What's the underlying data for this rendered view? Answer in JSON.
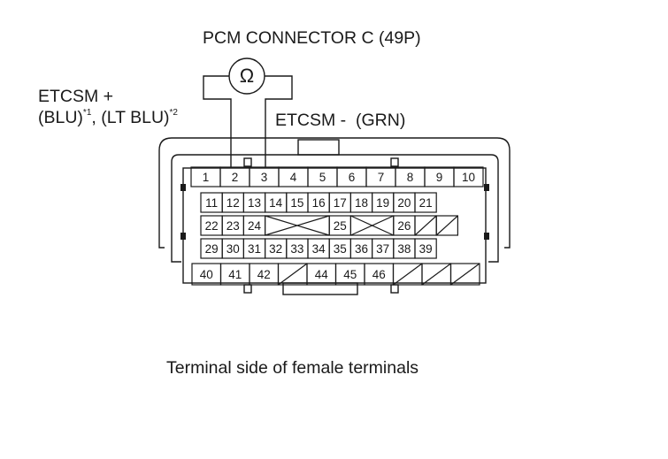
{
  "diagram": {
    "title": "PCM CONNECTOR C (49P)",
    "meter_symbol": "Ω",
    "etcsm_plus": {
      "name": "ETCSM +",
      "color_primary": "(BLU)",
      "note1": "*1",
      "separator": ", ",
      "color_secondary": "(LT BLU)",
      "note2": "*2"
    },
    "etcsm_minus": "ETCSM -  (GRN)",
    "caption": "Terminal side of female terminals",
    "row1": [
      "1",
      "2",
      "3",
      "4",
      "5",
      "6",
      "7",
      "8",
      "9",
      "10"
    ],
    "row2": [
      "11",
      "12",
      "13",
      "14",
      "15",
      "16",
      "17",
      "18",
      "19",
      "20",
      "21"
    ],
    "row3_left": [
      "22",
      "23",
      "24"
    ],
    "row3_mid": "25",
    "row3_right": "26",
    "row4": [
      "29",
      "30",
      "31",
      "32",
      "33",
      "34",
      "35",
      "36",
      "37",
      "38",
      "39"
    ],
    "row5_left": [
      "40",
      "41",
      "42"
    ],
    "row5_right": [
      "44",
      "45",
      "46"
    ]
  }
}
